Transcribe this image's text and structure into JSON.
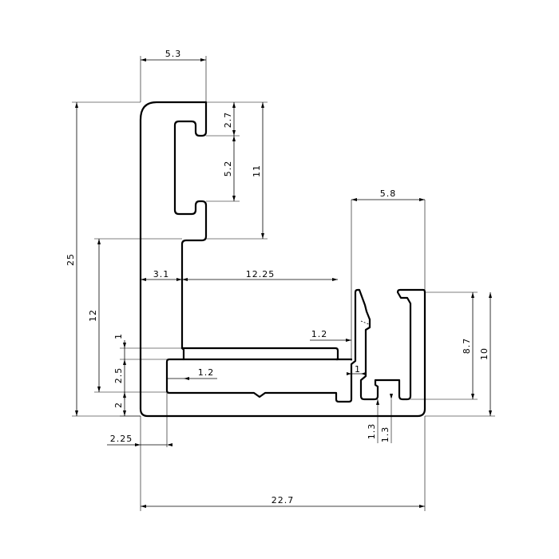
{
  "drawing": {
    "description_colors": {
      "background": "#ffffff",
      "line": "#000000"
    },
    "dimensions": {
      "top_width": "5.3",
      "slot_top_height": "2.7",
      "slot_height": "5.2",
      "upper_height": "11",
      "right_top_width": "5.8",
      "overall_height": "25",
      "lower_height": "12",
      "wall_thickness": "3.1",
      "channel_width": "12.25",
      "step_1": "1",
      "lip_width": "1.2",
      "step_2_5": "2.5",
      "inner_lip_width": "1.2",
      "small_gap": "1",
      "base_height": "2",
      "right_height_8_7": "8.7",
      "right_height_10": "10",
      "bottom_offset": "2.25",
      "right_gap_1": "1.3",
      "right_gap_2": "1.3",
      "overall_width": "22.7"
    }
  }
}
